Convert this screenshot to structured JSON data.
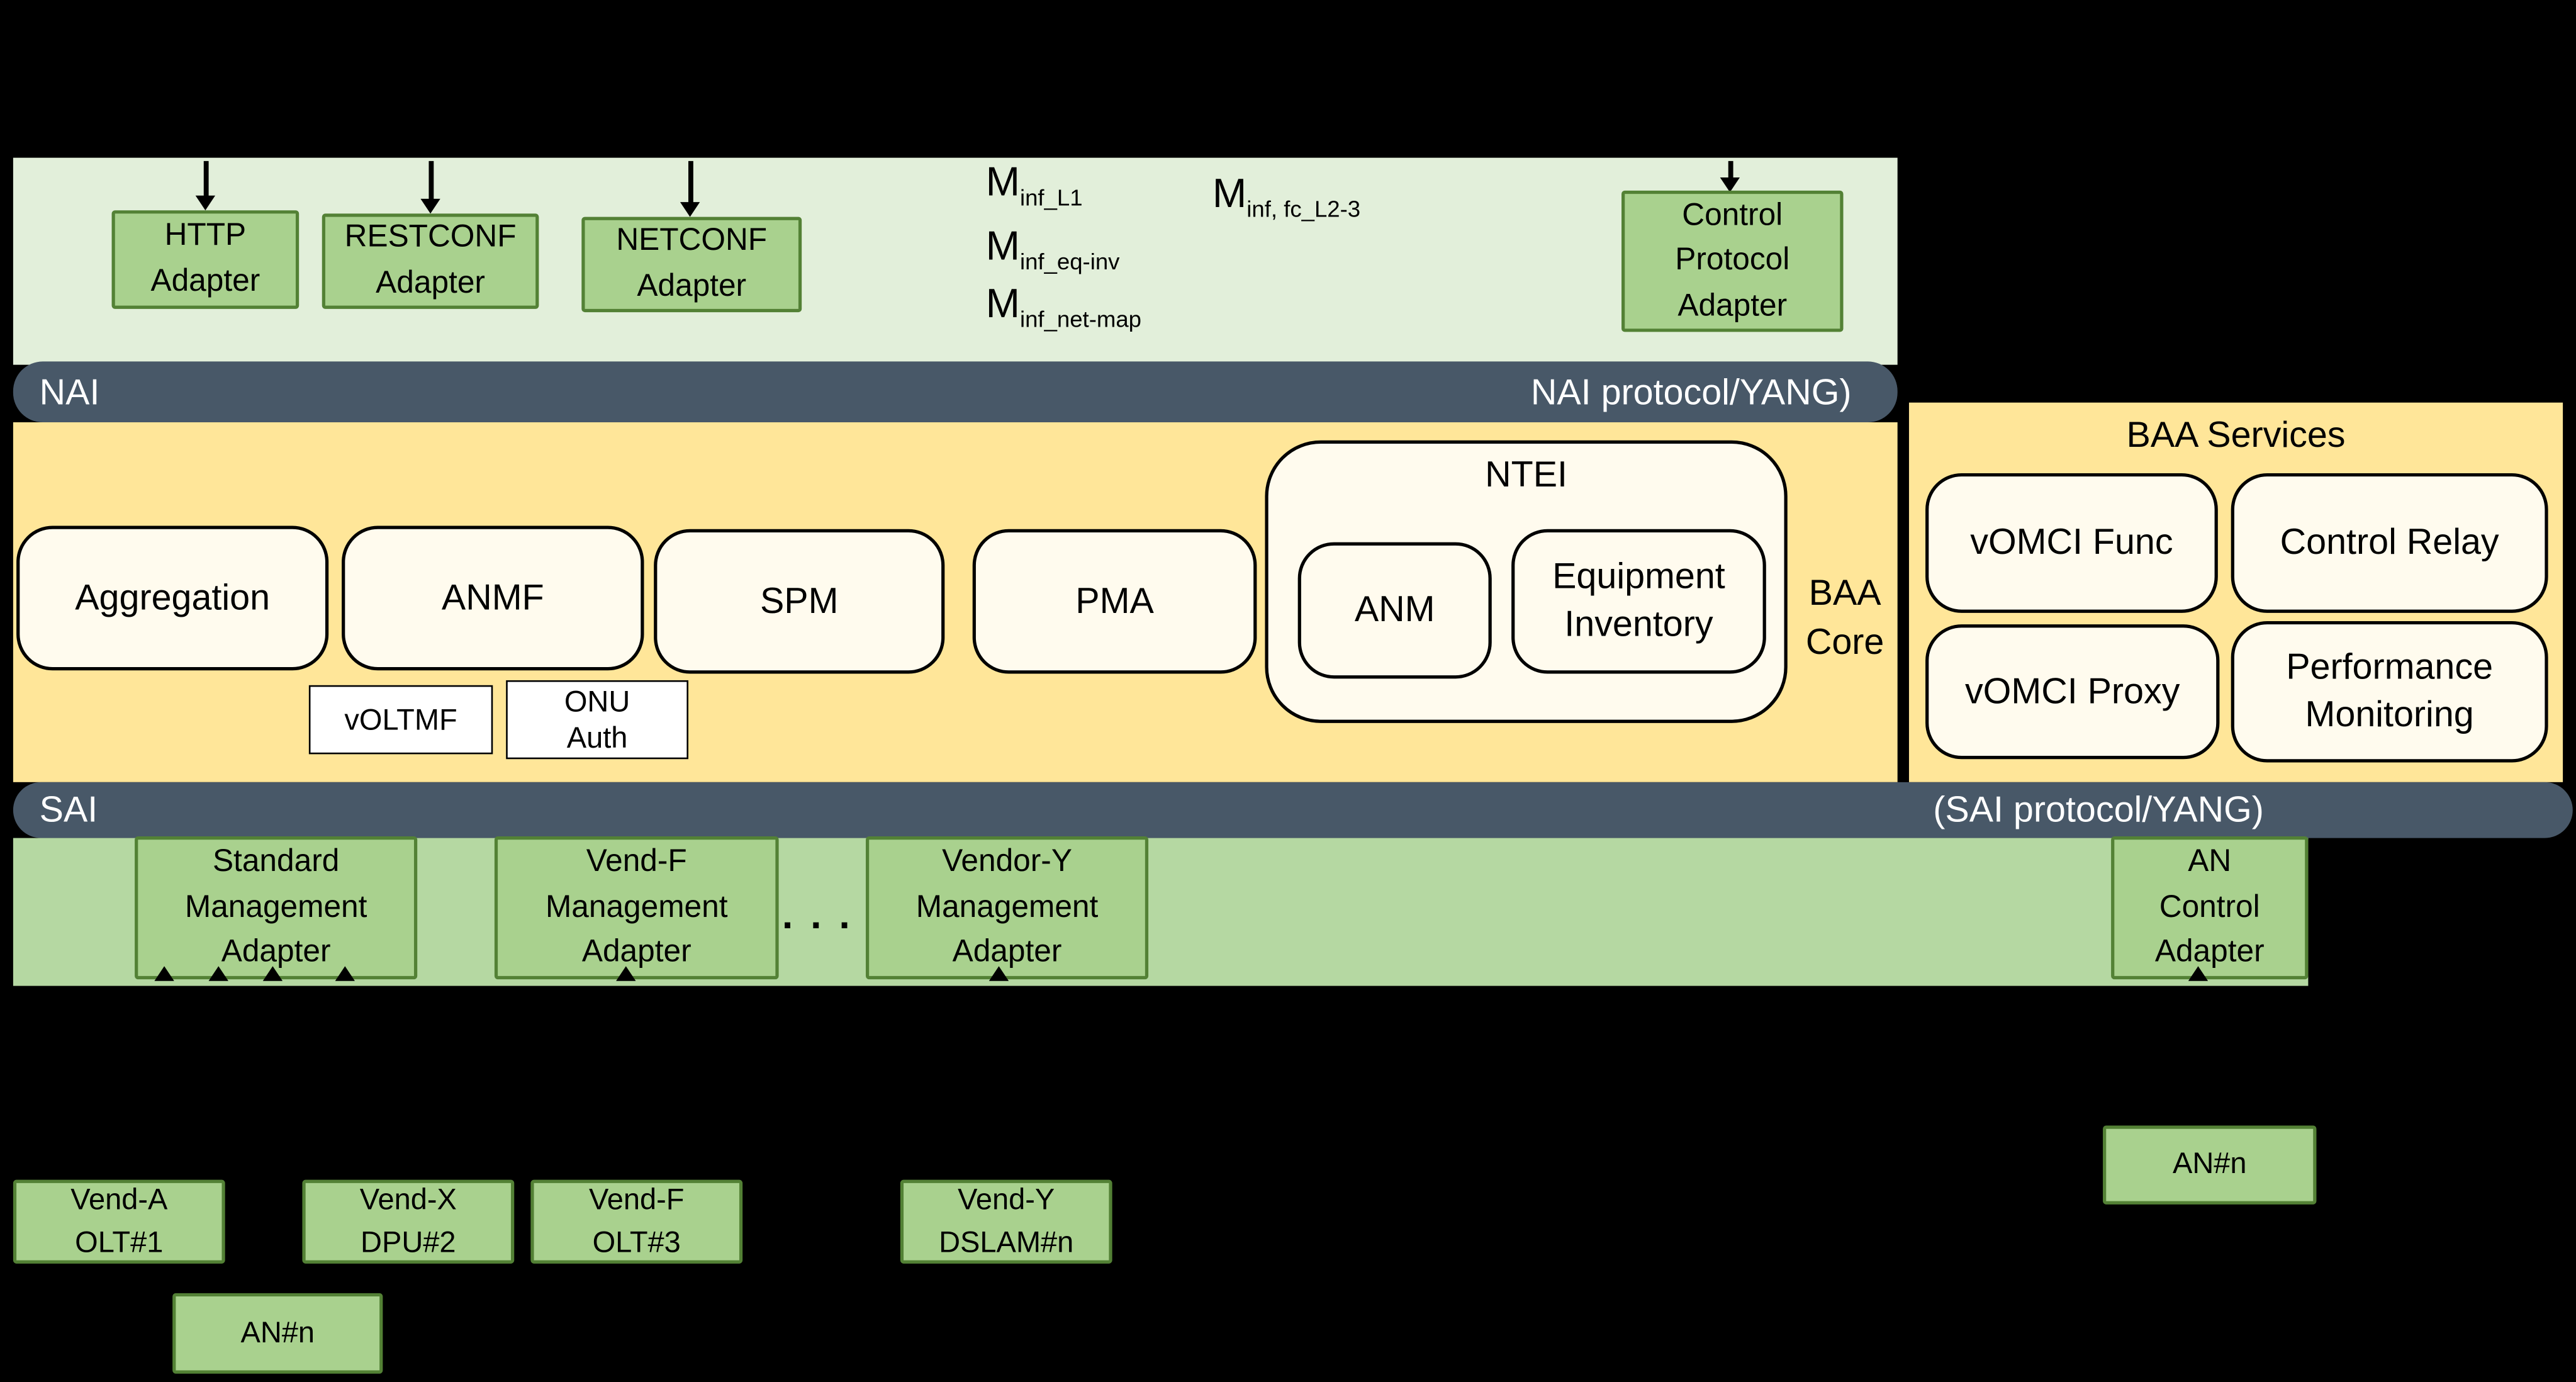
{
  "colors": {
    "panel_green": "#e2efda",
    "box_green": "#a9d18e",
    "green_border": "#538135",
    "bar_slate": "#485868",
    "yellow_bg": "#ffe699",
    "cream": "#fffbee",
    "band_green": "#b5d8a2",
    "white_box": "#ffffff"
  },
  "top_panel": {
    "adapters": [
      "HTTP\nAdapter",
      "RESTCONF\nAdapter",
      "NETCONF\nAdapter",
      "Control\nProtocol\nAdapter"
    ],
    "m_labels": [
      {
        "main": "M",
        "sub": "inf_L1"
      },
      {
        "main": "M",
        "sub": "inf, fc_L2-3"
      },
      {
        "main": "M",
        "sub": "inf_eq-inv"
      },
      {
        "main": "M",
        "sub": "inf_net-map"
      }
    ]
  },
  "nai_bar": {
    "left": "NAI",
    "right": "NAI protocol/YANG)"
  },
  "baa_core": {
    "label": "BAA\nCore",
    "modules": [
      "Aggregation",
      "ANMF",
      "SPM",
      "PMA"
    ],
    "ntei": {
      "title": "NTEI",
      "children": [
        "ANM",
        "Equipment\nInventory"
      ]
    },
    "sub_modules": [
      "vOLTMF",
      "ONU\nAuth"
    ]
  },
  "baa_services": {
    "title": "BAA Services",
    "items": [
      "vOMCI Func",
      "Control Relay",
      "vOMCI Proxy",
      "Performance\nMonitoring"
    ]
  },
  "sai_bar": {
    "left": "SAI",
    "right": "(SAI protocol/YANG)"
  },
  "sai_band": {
    "adapters": [
      "Standard\nManagement\nAdapter",
      "Vend-F\nManagement\nAdapter",
      "Vendor-Y\nManagement\nAdapter",
      "AN\nControl\nAdapter"
    ],
    "dots": ". . . ."
  },
  "devices": {
    "an_n_right": "AN#n",
    "vend_a_olt1": "Vend-A\nOLT#1",
    "vend_x_dpu2": "Vend-X\nDPU#2",
    "vend_f_olt3": "Vend-F\nOLT#3",
    "vend_y_dslamn": "Vend-Y\nDSLAM#n",
    "an_n_left": "AN#n"
  }
}
